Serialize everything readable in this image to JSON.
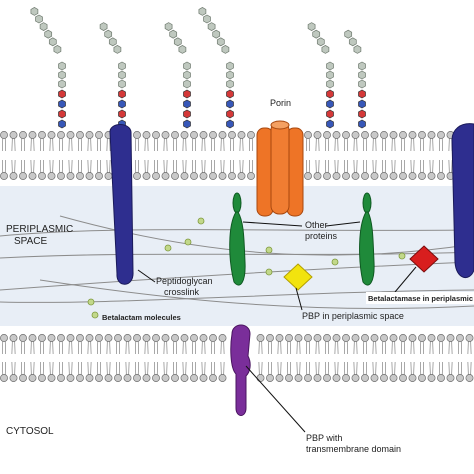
{
  "labels": {
    "porin": "Porin",
    "periplasmic_line1": "PERIPLASMIC",
    "periplasmic_line2": "SPACE",
    "other_proteins_line1": "Other",
    "other_proteins_line2": "proteins",
    "peptidoglycan_line1": "Peptidoglycan",
    "peptidoglycan_line2": "crosslink",
    "betalactam": "Betalactam molecules",
    "pbp_periplasmic": "PBP in periplasmic space",
    "betalactamase": "Betalactamase in periplasmic space",
    "cytosol": "CYTOSOL",
    "pbp_tm_line1": "PBP with",
    "pbp_tm_line2": "transmembrane domain"
  },
  "colors": {
    "membrane_head": "#c9c9c9",
    "membrane_stroke": "#6f6f6f",
    "lps_hexagon": "#bfc8bf",
    "lps_red": "#d43838",
    "lps_blue": "#3757b8",
    "integral_protein": "#2e2e8f",
    "porin": "#ee7426",
    "pbp_green": "#1f8a3a",
    "pbp_tm": "#7a2e9a",
    "betalactam": "#c2d88a",
    "pbp_yellow": "#f2e30e",
    "betalactamase_red": "#d81e1e",
    "periplasm_bg": "#e8eef6"
  }
}
